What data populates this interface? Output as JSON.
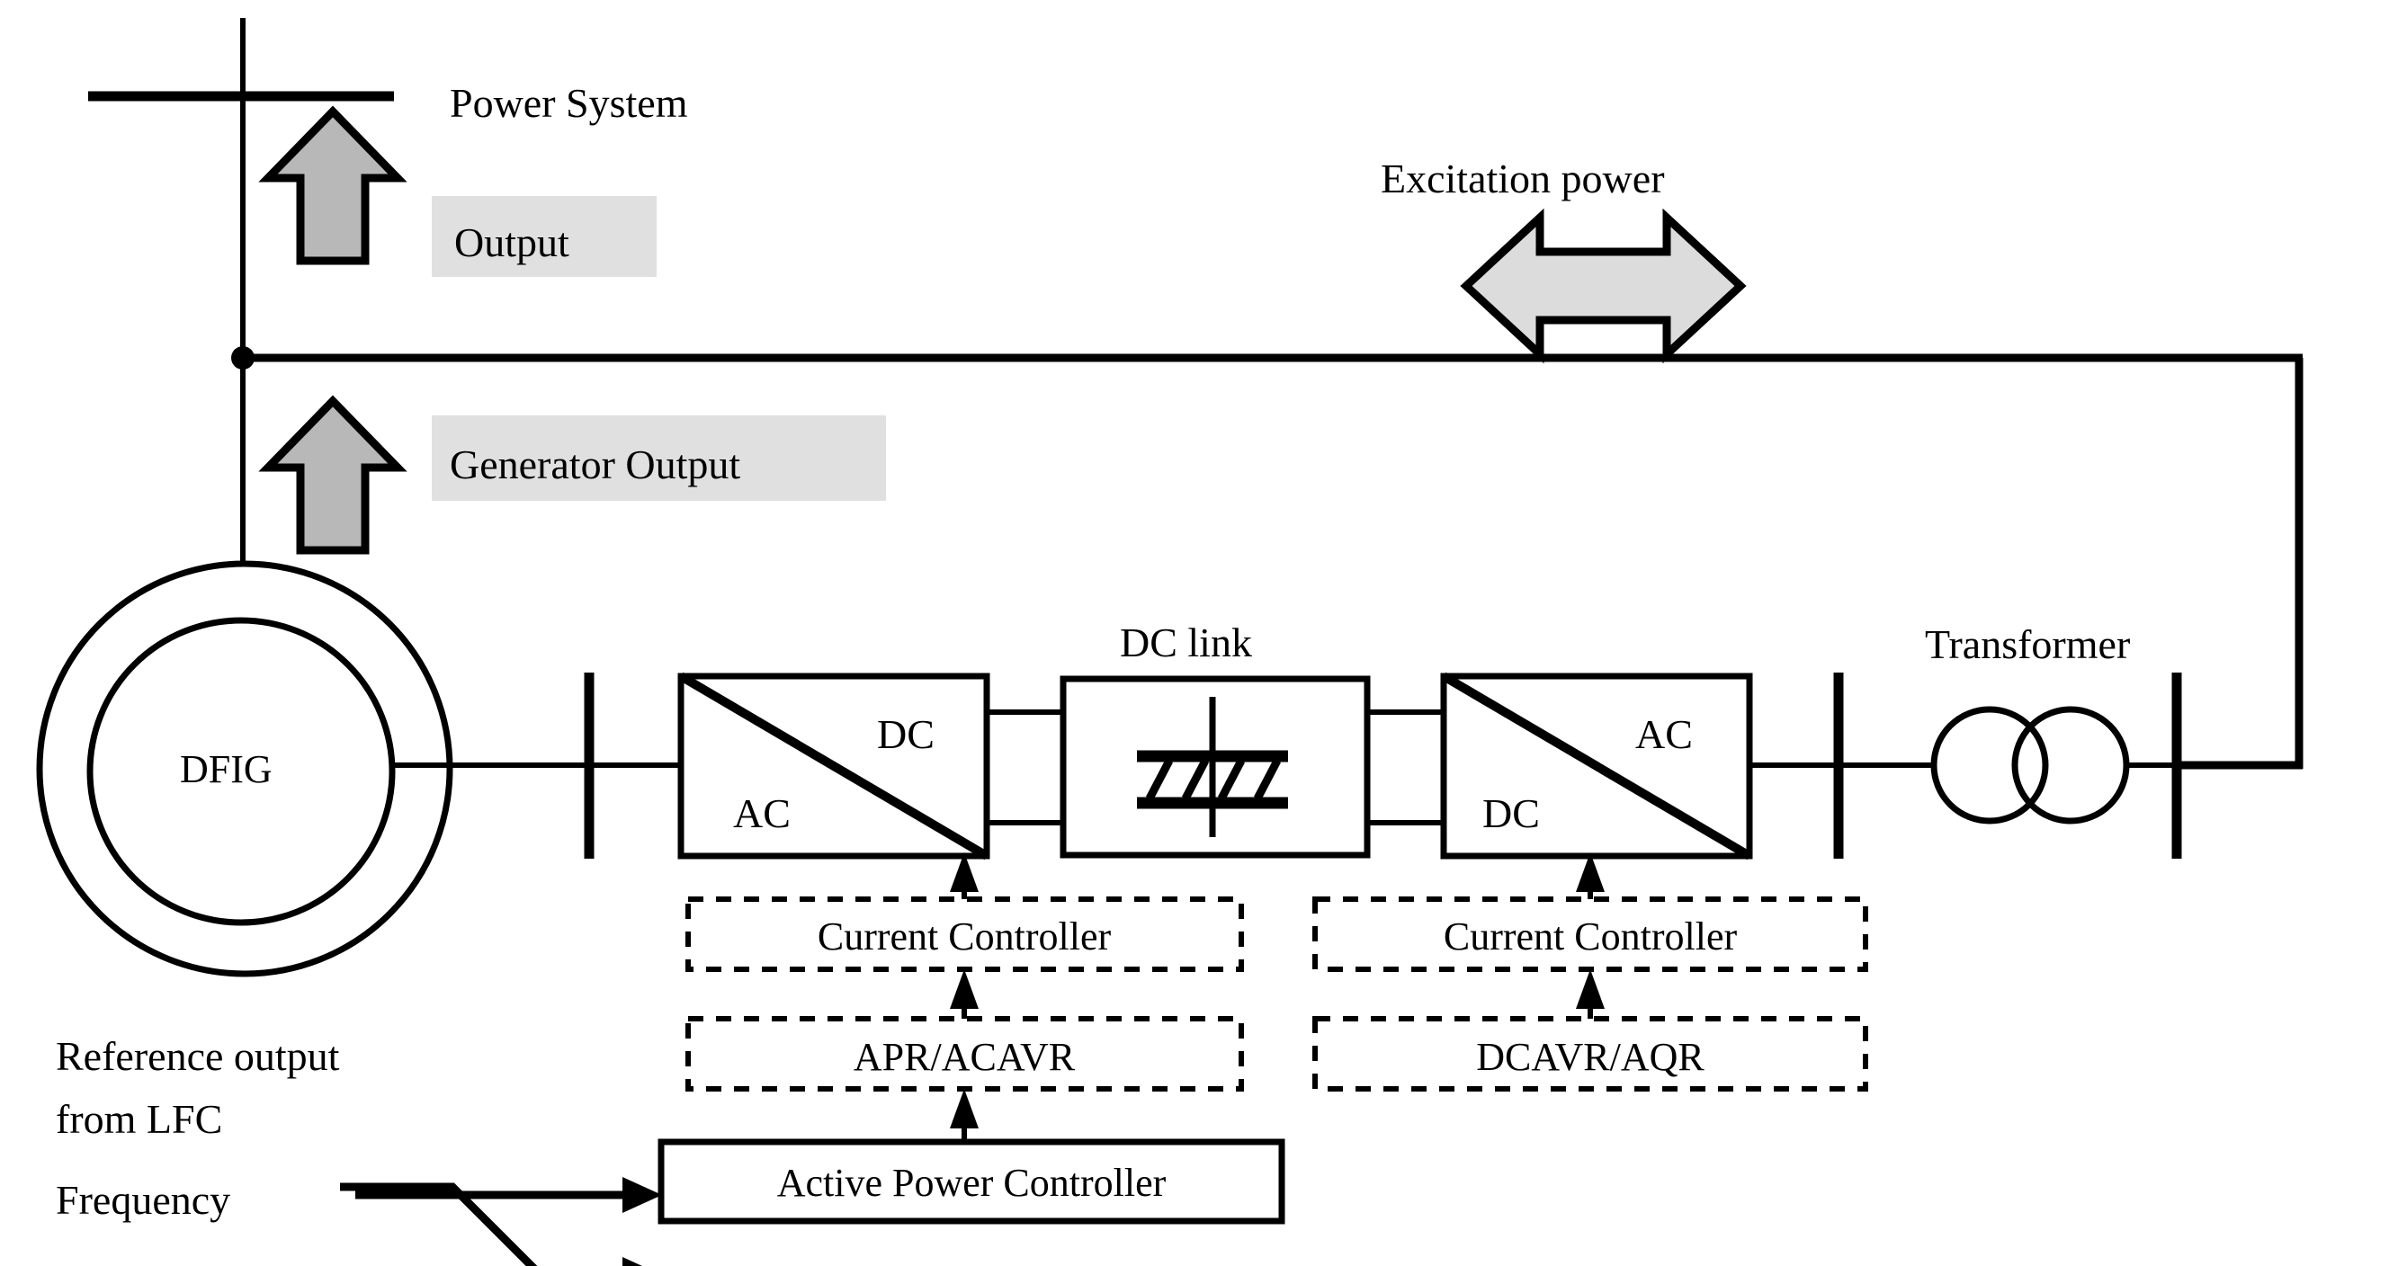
{
  "diagram": {
    "title": "DFIG wind turbine control block diagram",
    "colors": {
      "line": "#000000",
      "label_background": "#e0e0e0",
      "flow_arrow_fill": "#b8b8b8",
      "excitation_arrow_fill": "#dcdcdc",
      "page_background": "#ffffff"
    },
    "labels": {
      "power_system": "Power System",
      "output": "Output",
      "generator_output": "Generator Output",
      "excitation_power": "Excitation power",
      "dc_link": "DC link",
      "transformer": "Transformer",
      "dfig": "DFIG",
      "reference_output_line1": "Reference  output",
      "reference_output_line2": "from LFC",
      "frequency": "Frequency"
    },
    "converters": [
      {
        "name": "rotor-side-converter",
        "input_label": "AC",
        "output_label": "DC"
      },
      {
        "name": "grid-side-converter",
        "input_label": "DC",
        "output_label": "AC"
      }
    ],
    "controllers": [
      {
        "name": "current-controller-rotor-side",
        "label": "Current Controller",
        "style": "dashed"
      },
      {
        "name": "apr-acavr",
        "label": "APR/ACAVR",
        "style": "dashed"
      },
      {
        "name": "current-controller-grid-side",
        "label": "Current Controller",
        "style": "dashed"
      },
      {
        "name": "dcavr-aqr",
        "label": "DCAVR/AQR",
        "style": "dashed"
      },
      {
        "name": "active-power-controller",
        "label": "Active Power Controller",
        "style": "solid"
      }
    ]
  }
}
